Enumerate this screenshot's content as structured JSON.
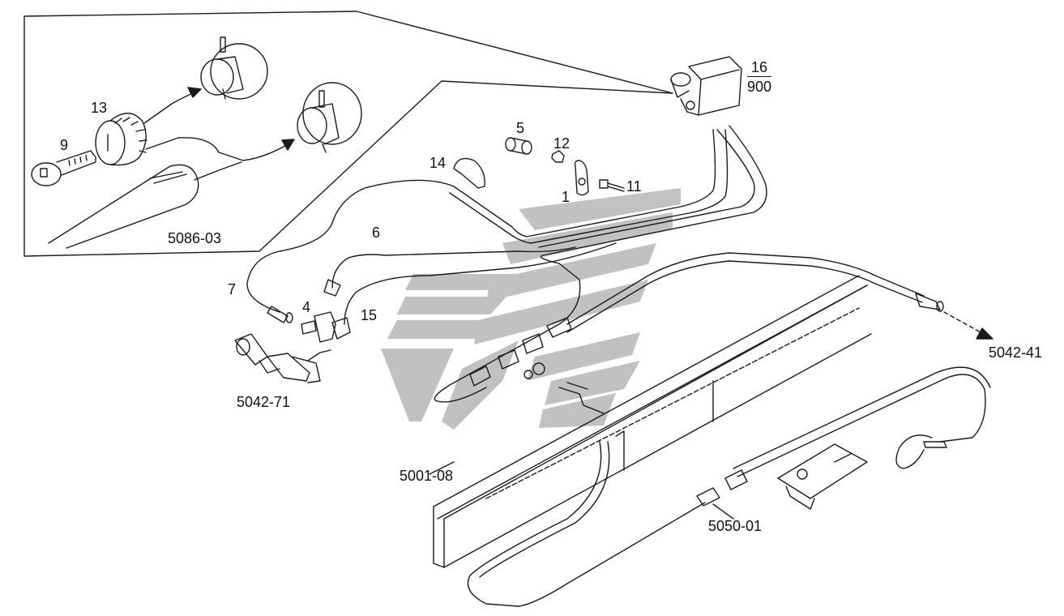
{
  "diagram": {
    "labels": {
      "part_13": "13",
      "part_9": "9",
      "part_5086_03": "5086-03",
      "part_16": "16",
      "part_900": "900",
      "part_5": "5",
      "part_12": "12",
      "part_14": "14",
      "part_1": "1",
      "part_11": "11",
      "part_6": "6",
      "part_7": "7",
      "part_4": "4",
      "part_15": "15",
      "part_5042_71": "5042-71",
      "part_5042_41": "5042-41",
      "part_5001_08": "5001-08",
      "part_5050_01": "5050-01"
    },
    "colors": {
      "line": "#1a1a1a",
      "watermark": "#b9bcbb",
      "background": "#ffffff"
    }
  }
}
